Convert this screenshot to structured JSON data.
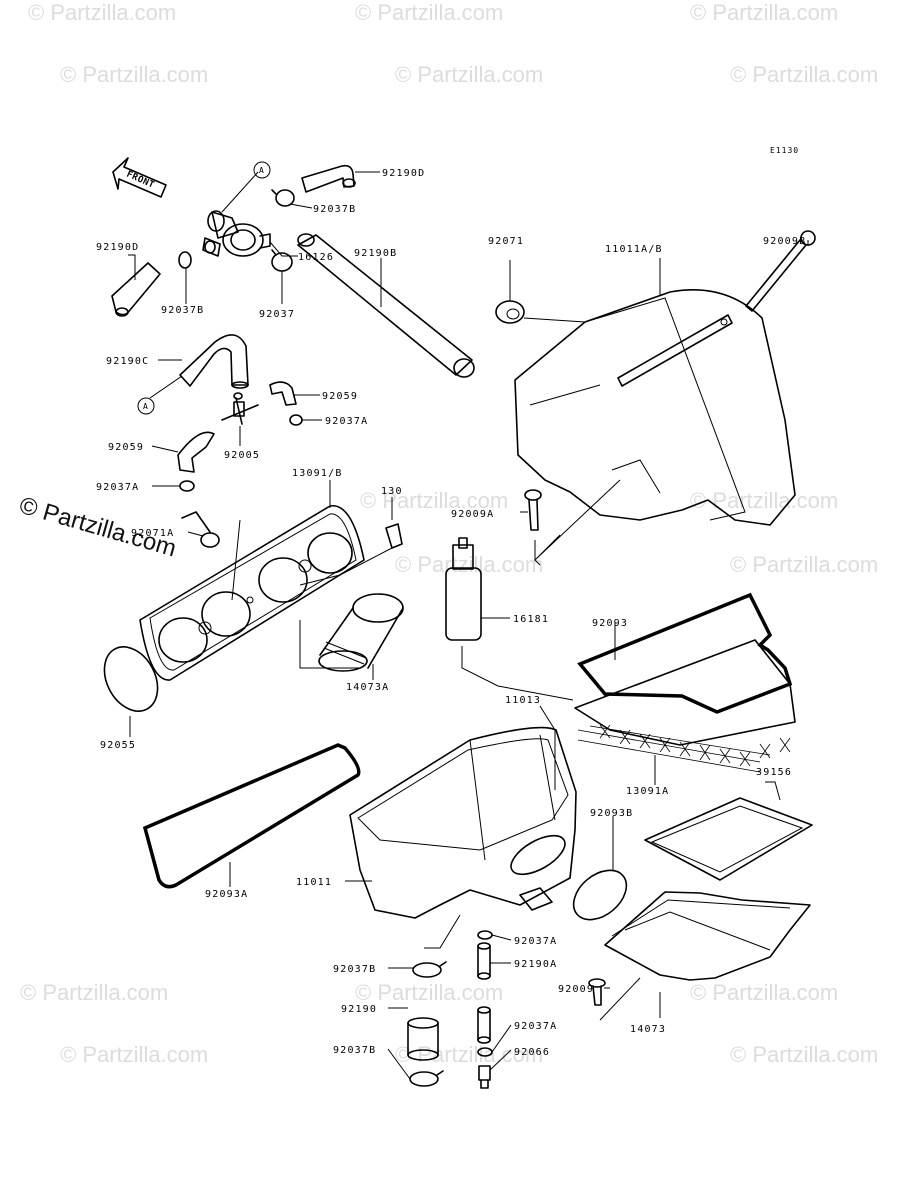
{
  "diagram": {
    "code": "E1130",
    "front_label": "FRONT",
    "watermark": "© Partzilla.com",
    "ref_a": "A",
    "labels": {
      "92190D_top": "92190D",
      "92037B_top": "92037B",
      "16126": "16126",
      "92190D_left": "92190D",
      "92037B_left": "92037B",
      "92037": "92037",
      "92190B": "92190B",
      "92190C": "92190C",
      "92059_right": "92059",
      "92037A_mid": "92037A",
      "92059_left": "92059",
      "92005": "92005",
      "92037A_left": "92037A",
      "13091B": "13091/B",
      "130": "130",
      "92071A": "92071A",
      "16181": "16181",
      "14073A": "14073A",
      "92055": "92055",
      "92071": "92071",
      "11011AB": "11011A/B",
      "92009B": "92009B",
      "92009A": "92009A",
      "92093": "92093",
      "11013": "11013",
      "13091A": "13091A",
      "39156": "39156",
      "92093B": "92093B",
      "92093A": "92093A",
      "11011": "11011",
      "92037A_low": "92037A",
      "92037B_low1": "92037B",
      "92190A": "92190A",
      "92009": "92009",
      "92190": "92190",
      "92037A_low2": "92037A",
      "14073": "14073",
      "92037B_low2": "92037B",
      "92066": "92066"
    }
  }
}
